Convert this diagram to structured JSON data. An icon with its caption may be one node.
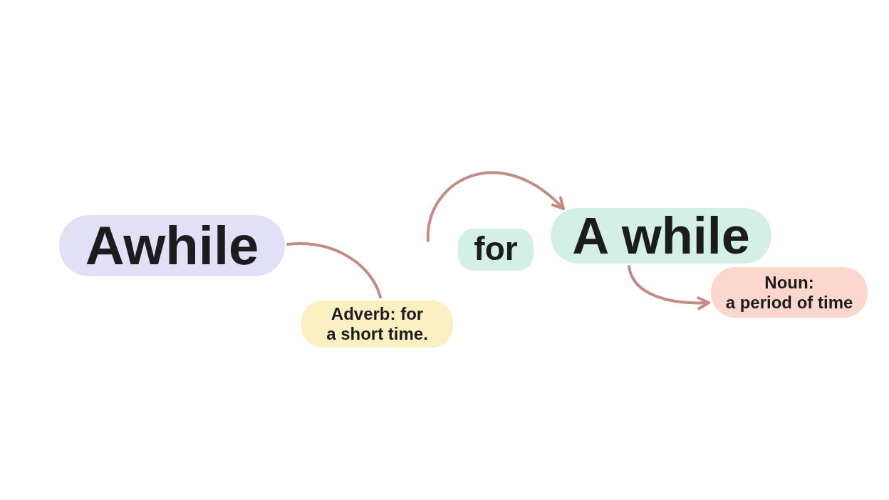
{
  "diagram": {
    "nodes": [
      {
        "text": [
          "Awhile"
        ]
      },
      {
        "text": [
          "Adverb: for a short time."
        ]
      },
      {
        "text": [
          "for"
        ]
      },
      {
        "text": [
          "A while"
        ]
      },
      {
        "text": [
          "Noun:",
          "a period of time"
        ]
      }
    ],
    "edges": [
      {
        "from": 0,
        "to": 1,
        "arrow": "none"
      },
      {
        "from": null,
        "to": 3,
        "arrow": "to"
      },
      {
        "from": 3,
        "to": 4,
        "arrow": "to"
      }
    ]
  }
}
